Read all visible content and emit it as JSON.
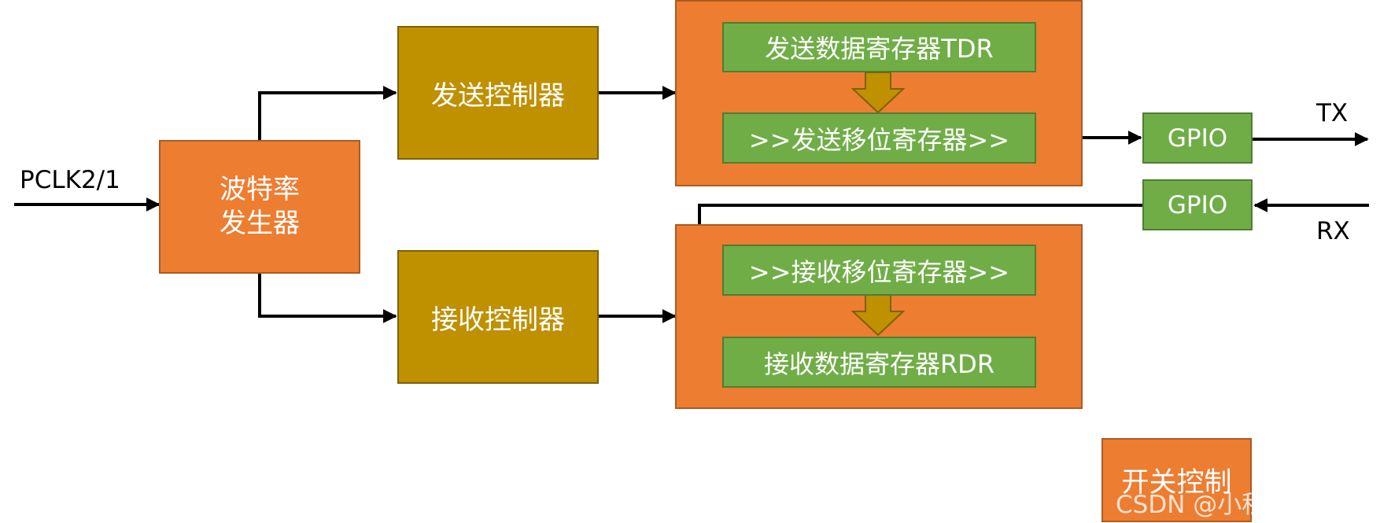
{
  "input_label": "PCLK2/1",
  "baud_generator": {
    "line1": "波特率",
    "line2": "发生器"
  },
  "tx_controller": "发送控制器",
  "rx_controller": "接收控制器",
  "tdr": "发送数据寄存器TDR",
  "tx_shift": ">>发送移位寄存器>>",
  "rx_shift": ">>接收移位寄存器>>",
  "rdr": "接收数据寄存器RDR",
  "gpio_tx": "GPIO",
  "gpio_rx": "GPIO",
  "tx_label": "TX",
  "rx_label": "RX",
  "switch_control": "开关控制",
  "watermark": "CSDN @小程同学>o<",
  "colors": {
    "orange": "#ED7D31",
    "olive": "#BF9000",
    "green": "#70AD47",
    "line": "#000000"
  }
}
